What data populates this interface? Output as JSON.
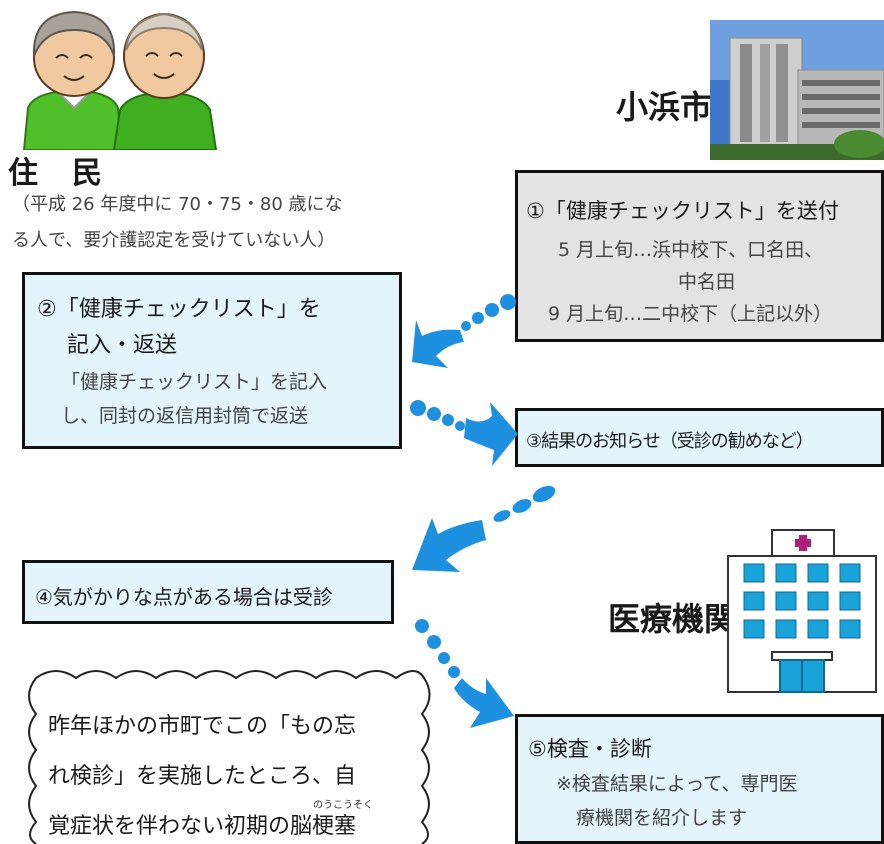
{
  "resident": {
    "title": "住　民",
    "desc_line1": "（平成 26 年度中に 70・75・80 歳にな",
    "desc_line2": "る人で、要介護認定を受けていない人）"
  },
  "city": {
    "name": "小浜市"
  },
  "step1": {
    "title": "①「健康チェックリスト」を送付",
    "line1": "5 月上旬…浜中校下、口名田、",
    "line2": "中名田",
    "line3": "9 月上旬…二中校下（上記以外）"
  },
  "step2": {
    "title_line1": "②「健康チェックリスト」を",
    "title_line2": "記入・返送",
    "body_line1": "「健康チェックリスト」を記入",
    "body_line2": "し、同封の返信用封筒で返送"
  },
  "step3": {
    "label": "③結果のお知らせ（受診の勧めなど）"
  },
  "step4": {
    "label": "④気がかりな点がある場合は受診"
  },
  "hospital": {
    "name": "医療機関"
  },
  "step5": {
    "title": "⑤検査・診断",
    "line1": "※検査結果によって、専門医",
    "line2": "療機関を紹介します"
  },
  "note": {
    "line1": "昨年ほかの市町でこの「もの忘",
    "line2": "れ検診」を実施したところ、自",
    "line3": "覚症状を伴わない初期の脳梗塞",
    "ruby": "のうこうそく"
  },
  "colors": {
    "arrow_blue": "#1e90e0",
    "light_blue_box": "#e4f4fb",
    "gray_box": "#e3e3e3"
  }
}
